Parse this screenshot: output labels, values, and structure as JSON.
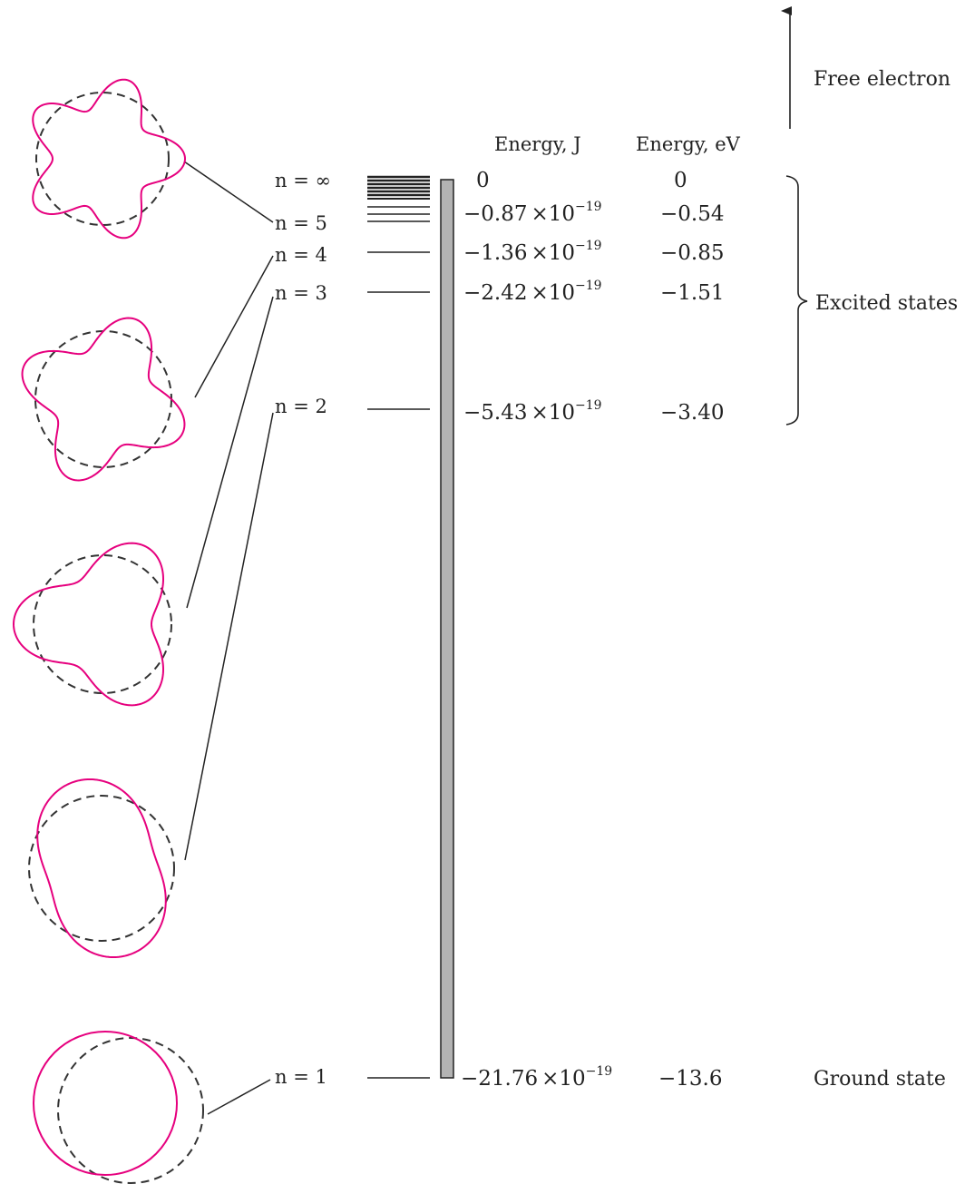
{
  "headers": {
    "energy_j": "Energy, J",
    "energy_ev": "Energy, eV"
  },
  "levels": [
    {
      "n_label": "n = ∞",
      "energy_j": "0",
      "energy_ev": "0"
    },
    {
      "n_label": "n = 5",
      "mantissa": "−0.87",
      "exponent": "−19",
      "energy_ev": "−0.54"
    },
    {
      "n_label": "n = 4",
      "mantissa": "−1.36",
      "exponent": "−19",
      "energy_ev": "−0.85"
    },
    {
      "n_label": "n = 3",
      "mantissa": "−2.42",
      "exponent": "−19",
      "energy_ev": "−1.51"
    },
    {
      "n_label": "n = 2",
      "mantissa": "−5.43",
      "exponent": "−19",
      "energy_ev": "−3.40"
    },
    {
      "n_label": "n = 1",
      "mantissa": "−21.76",
      "exponent": "−19",
      "energy_ev": "−13.6"
    }
  ],
  "times_ten": "×10",
  "labels": {
    "free_electron": "Free electron",
    "excited_states": "Excited states",
    "ground_state": "Ground state"
  },
  "colors": {
    "wave": "#e6007e",
    "orbit": "#333333",
    "bar_fill": "#b3b3b3",
    "line": "#222222"
  },
  "standing_waves": [
    {
      "n": 5
    },
    {
      "n": 4
    },
    {
      "n": 3
    },
    {
      "n": 2
    },
    {
      "n": 1
    }
  ]
}
